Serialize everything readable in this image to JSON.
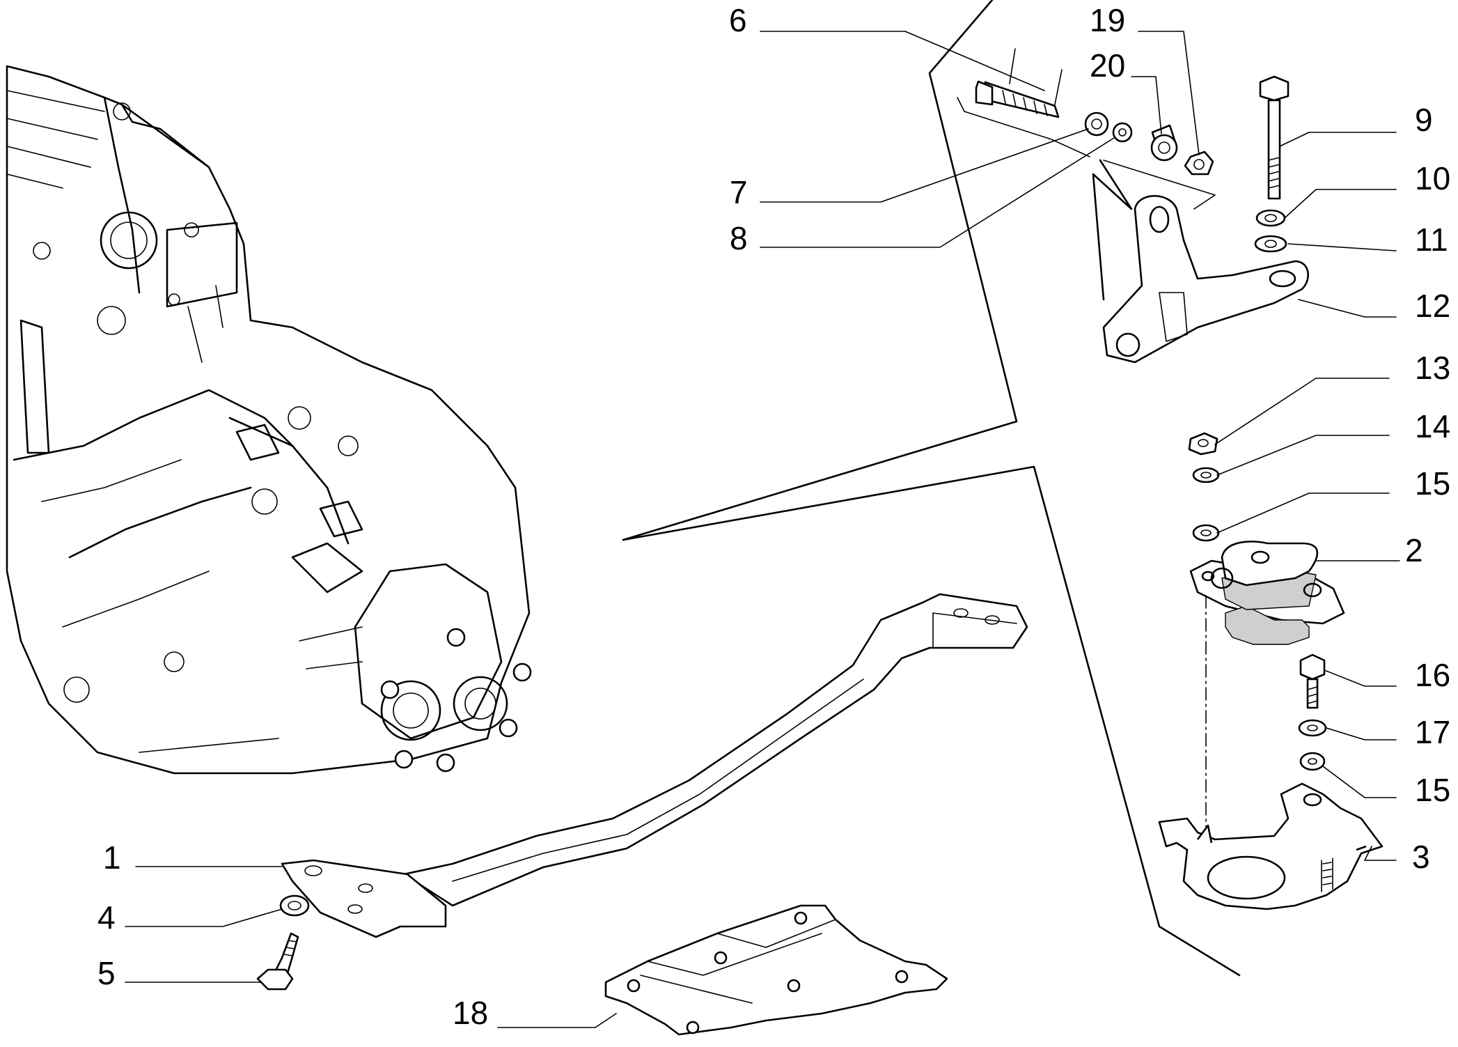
{
  "callouts": [
    {
      "id": "c1",
      "label": "1"
    },
    {
      "id": "c2",
      "label": "2"
    },
    {
      "id": "c3",
      "label": "3"
    },
    {
      "id": "c4",
      "label": "4"
    },
    {
      "id": "c5",
      "label": "5"
    },
    {
      "id": "c6",
      "label": "6"
    },
    {
      "id": "c7",
      "label": "7"
    },
    {
      "id": "c8",
      "label": "8"
    },
    {
      "id": "c9",
      "label": "9"
    },
    {
      "id": "c10",
      "label": "10"
    },
    {
      "id": "c11",
      "label": "11"
    },
    {
      "id": "c12",
      "label": "12"
    },
    {
      "id": "c13",
      "label": "13"
    },
    {
      "id": "c14",
      "label": "14"
    },
    {
      "id": "c15a",
      "label": "15"
    },
    {
      "id": "c15b",
      "label": "15"
    },
    {
      "id": "c16",
      "label": "16"
    },
    {
      "id": "c17",
      "label": "17"
    },
    {
      "id": "c18",
      "label": "18"
    },
    {
      "id": "c19",
      "label": "19"
    },
    {
      "id": "c20",
      "label": "20"
    }
  ]
}
